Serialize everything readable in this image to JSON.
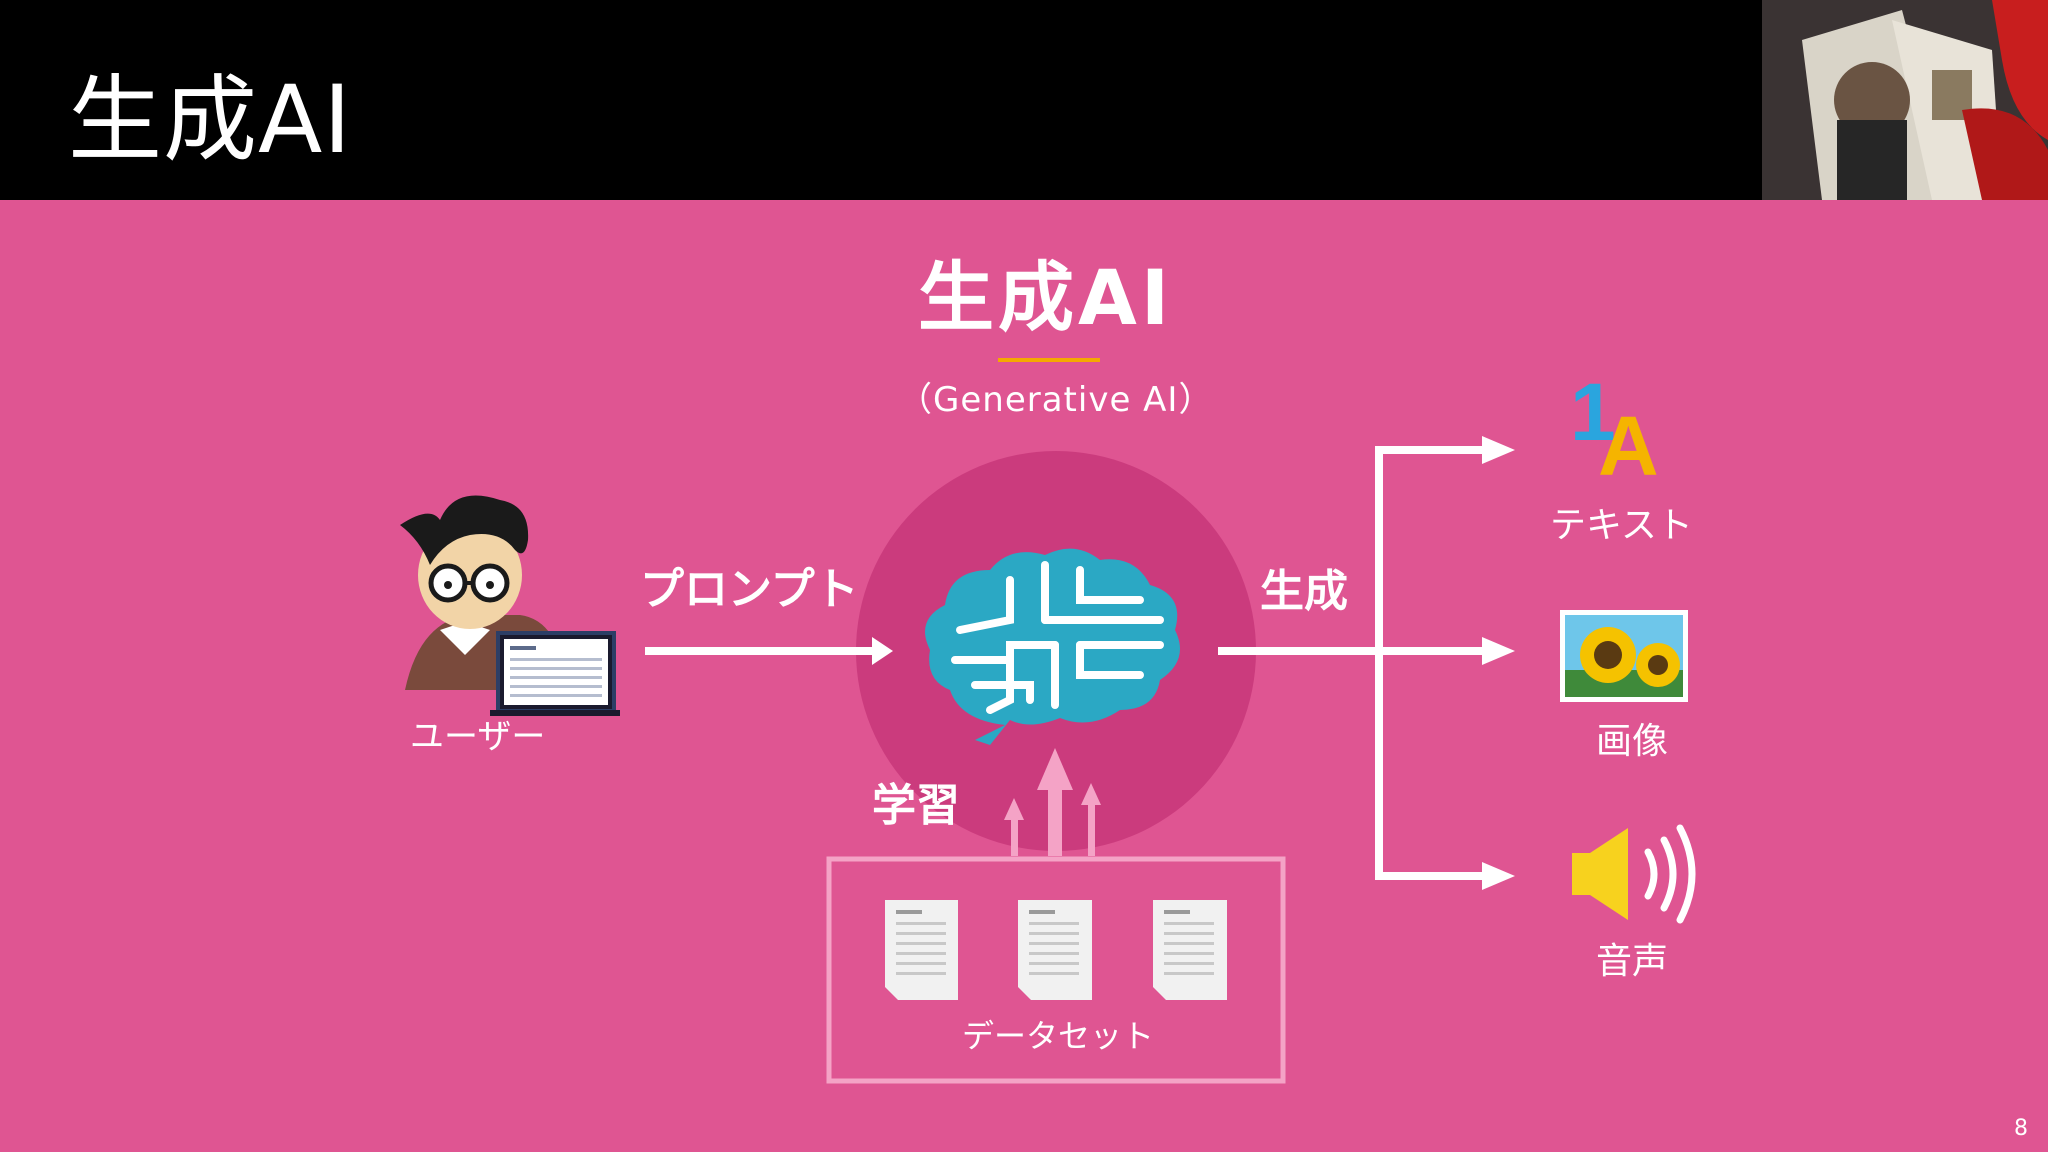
{
  "header": {
    "title": "生成AI"
  },
  "slide": {
    "heading": "生成AI",
    "subheading": "（Generative AI）",
    "user_label": "ユーザー",
    "prompt_label": "プロンプト",
    "generate_label": "生成",
    "learning_label": "学習",
    "dataset_label": "データセット",
    "outputs": [
      {
        "label": "テキスト",
        "icon": "text-icon"
      },
      {
        "label": "画像",
        "icon": "sunflower-image-icon"
      },
      {
        "label": "音声",
        "icon": "speaker-icon"
      }
    ],
    "text_icon_glyphs": {
      "number": "1",
      "letter": "A"
    },
    "page_number": "8"
  },
  "colors": {
    "slide_bg": "#df5592",
    "circle": "#cb3b7d",
    "brain": "#2ba8c4",
    "accent_line": "#f5a800",
    "arrow": "#ffffff",
    "data_box": "#f4a3c6"
  }
}
